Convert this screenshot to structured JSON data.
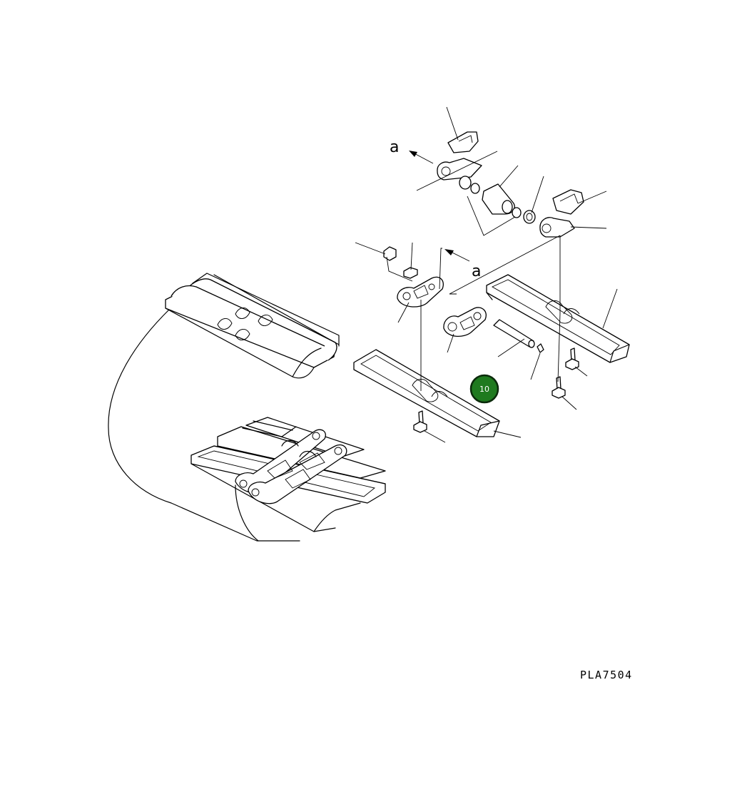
{
  "diagram": {
    "drawing_code": "PLA7504",
    "view_markers": [
      "a",
      "a"
    ],
    "callout": {
      "number": "10",
      "color": "#1f7a1f",
      "ring_color": "#0b2a0b"
    }
  }
}
